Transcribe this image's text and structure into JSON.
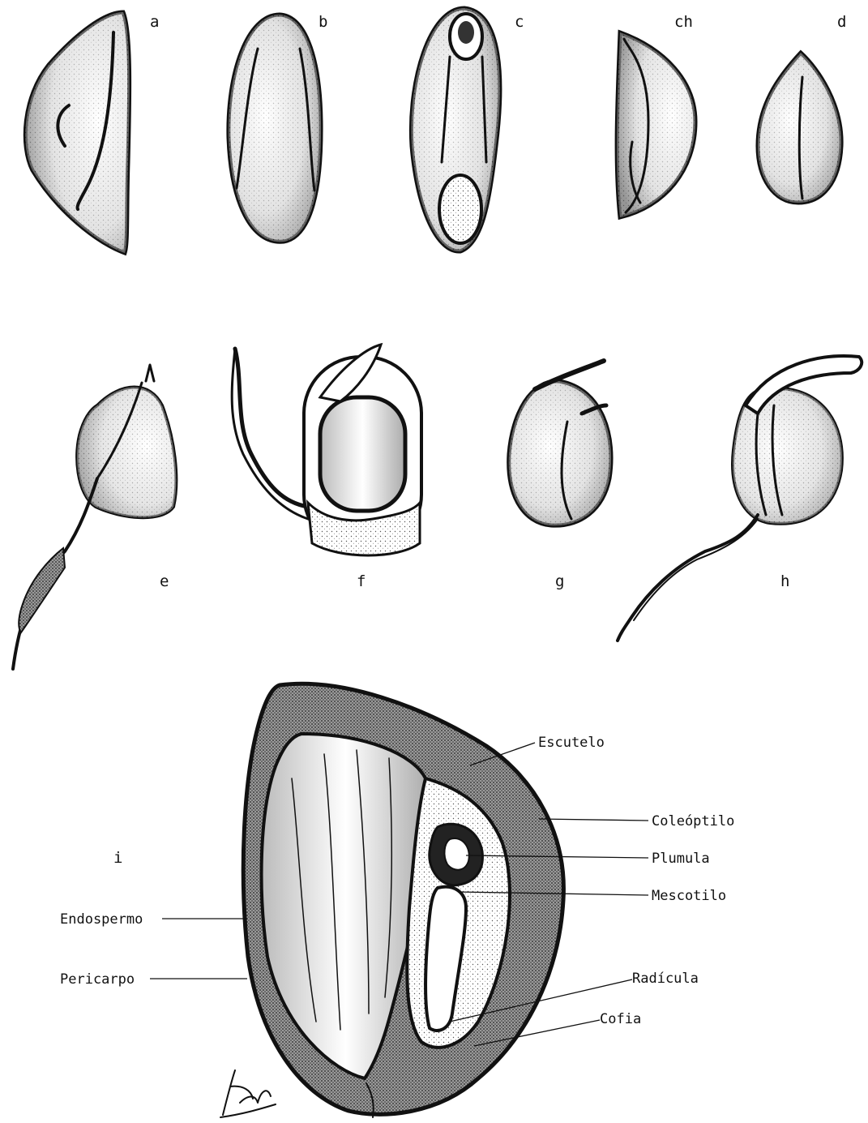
{
  "figure_letters": {
    "a": "a",
    "b": "b",
    "c": "c",
    "ch": "ch",
    "d": "d",
    "e": "e",
    "f": "f",
    "g": "g",
    "h": "h",
    "i": "i"
  },
  "callouts": {
    "escutelo": "Escutelo",
    "coleoptilo": "Coleóptilo",
    "plumula": "Plumula",
    "mescotilo": "Mescotilo",
    "endospermo": "Endospermo",
    "pericarpo": "Pericarpo",
    "radicula": "Radícula",
    "cofia": "Cofia"
  },
  "ink_color": "#111111",
  "paper_color": "#ffffff",
  "stipple_light": "#d8d8d8",
  "stipple_dark": "#7a7a7a"
}
